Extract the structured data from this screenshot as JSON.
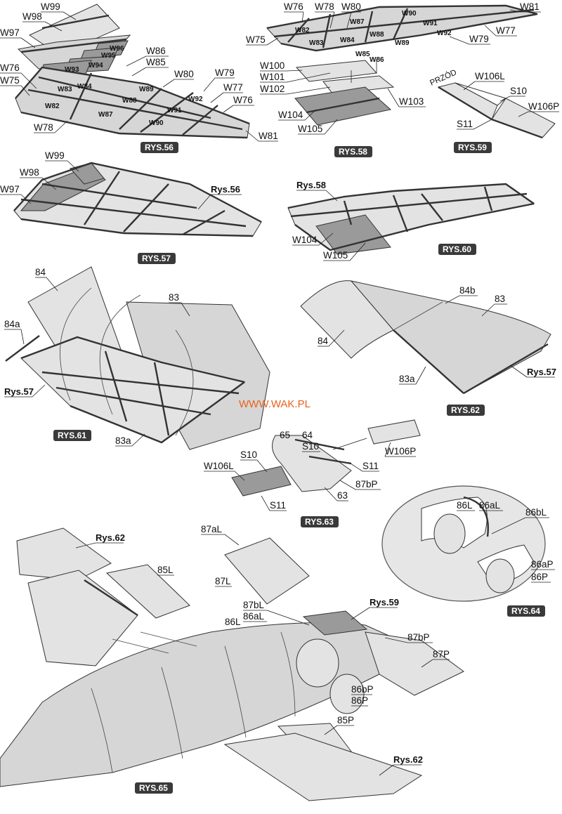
{
  "watermark": "WWW.WAK.PL",
  "figures": {
    "rys56": "RYS.56",
    "rys57": "RYS.57",
    "rys58": "RYS.58",
    "rys59": "RYS.59",
    "rys60": "RYS.60",
    "rys61": "RYS.61",
    "rys62": "RYS.62",
    "rys63": "RYS.63",
    "rys64": "RYS.64",
    "rys65": "RYS.65"
  },
  "refs": {
    "rys56": "Rys.56",
    "rys57": "Rys.57",
    "rys58": "Rys.58",
    "rys59": "Rys.59",
    "rys62": "Rys.62"
  },
  "parts": {
    "w75": "W75",
    "w76": "W76",
    "w77": "W77",
    "w78": "W78",
    "w79": "W79",
    "w80": "W80",
    "w81": "W81",
    "w82": "W82",
    "w83": "W83",
    "w84": "W84",
    "w85": "W85",
    "w86": "W86",
    "w87": "W87",
    "w88": "W88",
    "w89": "W89",
    "w90": "W90",
    "w91": "W91",
    "w92": "W92",
    "w93": "W93",
    "w94": "W94",
    "w95": "W95",
    "w96": "W96",
    "w97": "W97",
    "w98": "W98",
    "w99": "W99",
    "w100": "W100",
    "w101": "W101",
    "w102": "W102",
    "w103": "W103",
    "w104": "W104",
    "w105": "W105",
    "w106l": "W106L",
    "w106p": "W106P",
    "s10": "S10",
    "s11": "S11",
    "p63": "63",
    "p64": "64",
    "p65": "65",
    "p83": "83",
    "p83a": "83a",
    "p84": "84",
    "p84a": "84a",
    "p84b": "84b",
    "p85l": "85L",
    "p85p": "85P",
    "p86l": "86L",
    "p86al": "86aL",
    "p86bl": "86bL",
    "p86ap": "86aP",
    "p86p": "86P",
    "p86bp": "86bP",
    "p87al": "87aL",
    "p87l": "87L",
    "p87bl": "87bL",
    "p87bp": "87bP",
    "p87p": "87P"
  },
  "small_text": {
    "przod": "PRZÓD"
  }
}
